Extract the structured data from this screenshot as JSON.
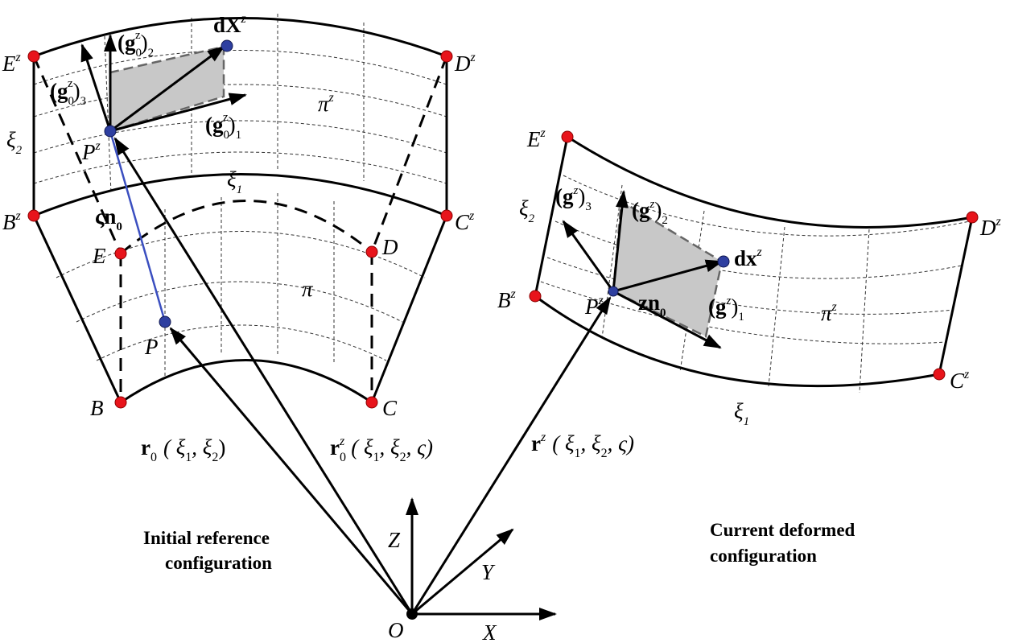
{
  "labels": {
    "E_z_ref": "E",
    "D_z_ref": "D",
    "B_z_ref": "B",
    "C_z_ref": "C",
    "E_ref": "E",
    "D_ref": "D",
    "B_ref": "B",
    "C_ref": "C",
    "P_ref": "P",
    "P_z_ref": "P",
    "pi": "π",
    "pi_z_ref": "π",
    "xi1_ref": "ξ",
    "xi2_ref": "ξ",
    "g0_1": "(g",
    "g0_2": "(g",
    "g0_3": "(g",
    "dX": "dX",
    "zeta_n0": "ςn",
    "r0": "r",
    "r0z": "r",
    "E_z_cur": "E",
    "D_z_cur": "D",
    "B_z_cur": "B",
    "C_z_cur": "C",
    "P_z_cur": "P",
    "pi_z_cur": "π",
    "xi1_cur": "ξ",
    "xi2_cur": "ξ",
    "g_1": "(g",
    "g_2": "(g",
    "g_3": "(g",
    "dx": "dx",
    "z_n0": "zn",
    "rz": "r",
    "axis_X": "X",
    "axis_Y": "Y",
    "axis_Z": "Z",
    "origin": "O",
    "sup_z": "z",
    "sub_0": "0",
    "sub_1": "1",
    "sub_2": "2",
    "sub_3": "3",
    "r0_args": "( ξ",
    "rz_args": "( ξ"
  },
  "captions": {
    "initial_line1": "Initial reference",
    "initial_line2": "configuration",
    "current_line1": "Current deformed",
    "current_line2": "configuration"
  },
  "colors": {
    "points_red": "#e8141b",
    "points_blue": "#2e3fa0",
    "shading": "#c8c8c8",
    "director_line": "#3b4fc0"
  }
}
